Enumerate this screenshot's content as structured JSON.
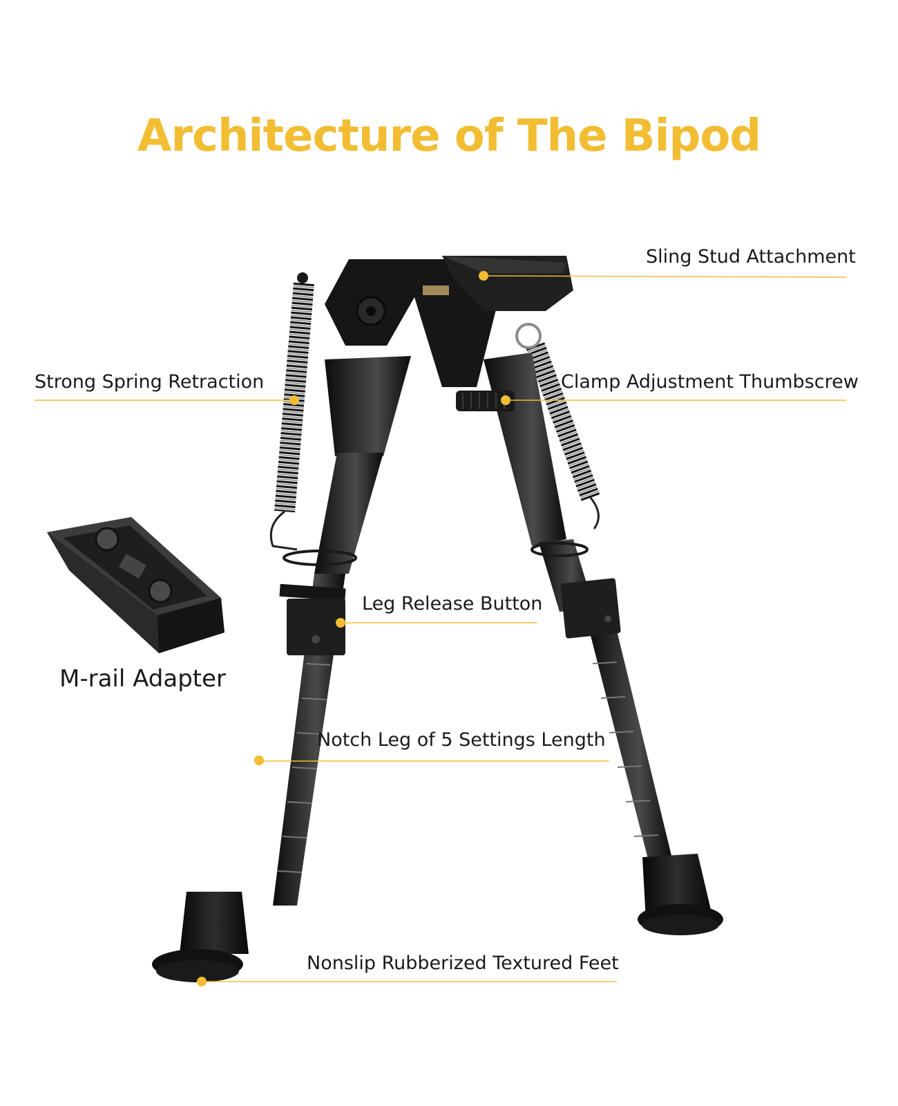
{
  "title": "Architecture of The Bipod",
  "accent_color": "#f2bd33",
  "callouts": [
    {
      "id": "sling",
      "text": "Sling Stud Attachment"
    },
    {
      "id": "spring",
      "text": "Strong Spring Retraction"
    },
    {
      "id": "clamp",
      "text": "Clamp Adjustment Thumbscrew"
    },
    {
      "id": "release",
      "text": "Leg Release Button"
    },
    {
      "id": "notch",
      "text": "Notch Leg of 5 Settings Length"
    },
    {
      "id": "feet",
      "text": "Nonslip Rubberized Textured Feet"
    }
  ],
  "adapter": {
    "label": "M-rail Adapter"
  }
}
